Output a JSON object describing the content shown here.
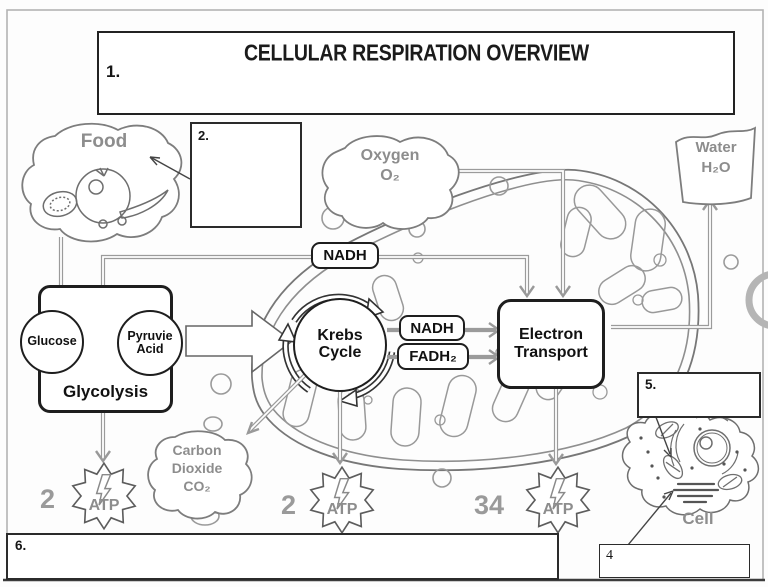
{
  "title": {
    "text": "CELLULAR RESPIRATION OVERVIEW",
    "number": "1."
  },
  "answer_boxes": {
    "two": "2.",
    "four": "4",
    "five": "5.",
    "six": "6."
  },
  "food": {
    "label": "Food"
  },
  "oxygen": {
    "line1": "Oxygen",
    "line2": "O₂"
  },
  "water": {
    "line1": "Water",
    "line2": "H₂O"
  },
  "carbon_dioxide": {
    "line1": "Carbon",
    "line2": "Dioxide",
    "line3": "CO₂"
  },
  "glycolysis": {
    "title": "Glycolysis",
    "glucose": "Glucose",
    "pyruvic_line1": "Pyruvie",
    "pyruvic_line2": "Acid"
  },
  "nadh_glycolysis": "NADH",
  "krebs": {
    "line1": "Krebs",
    "line2": "Cycle",
    "nadh": "NADH",
    "fadh2": "FADH₂"
  },
  "electron_transport": {
    "line1": "Electron",
    "line2": "Transport"
  },
  "atp": {
    "glycolysis_count": "2",
    "krebs_count": "2",
    "electron_count": "34",
    "label": "ATP"
  },
  "cell": {
    "label": "Cell"
  },
  "colors": {
    "line_gray": "#9b9b9b",
    "label_gray": "#8d8d8d",
    "ink": "#1e1e1e"
  }
}
